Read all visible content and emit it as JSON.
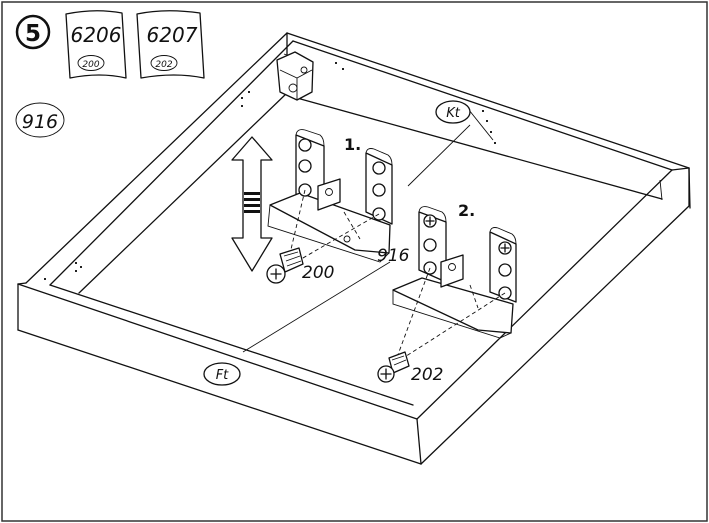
{
  "step": {
    "number": "5"
  },
  "parts": [
    {
      "code": "6206",
      "sub": "200"
    },
    {
      "code": "6207",
      "sub": "202"
    }
  ],
  "part_916": "916",
  "labels": {
    "back_panel": "Kt",
    "front_panel": "Ft",
    "bracket_1": "1.",
    "bracket_2": "2.",
    "screw_1": "200",
    "screw_2": "202",
    "part_916_callout": "916"
  }
}
